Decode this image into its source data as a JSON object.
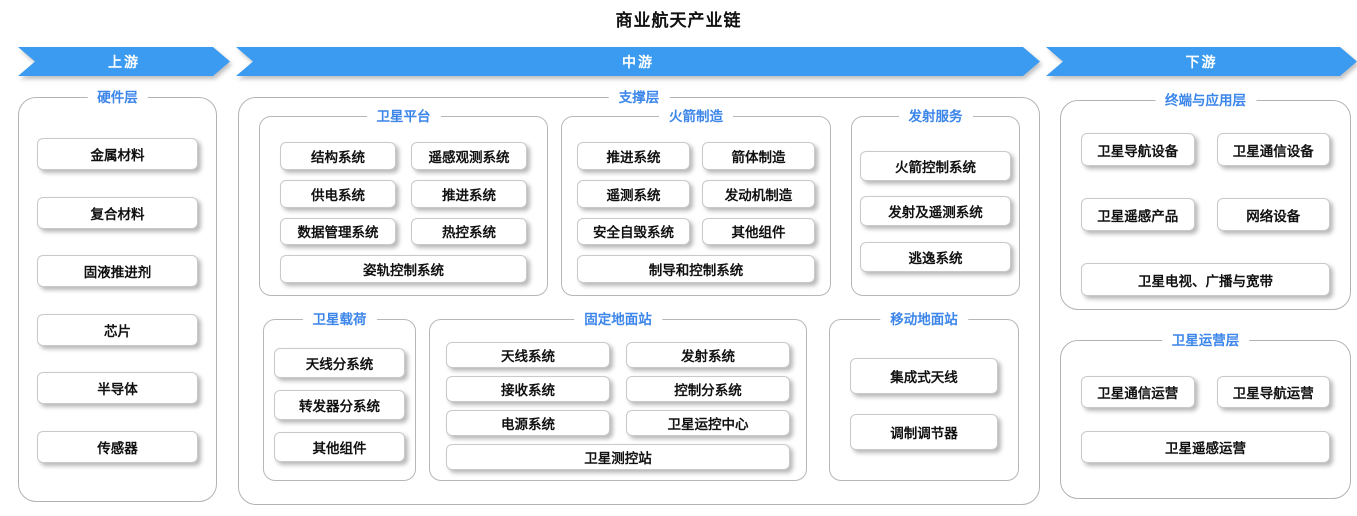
{
  "title": "商业航天产业链",
  "colors": {
    "banner_blue": "#3b9bf0",
    "label_blue": "#3c86ea"
  },
  "banners": {
    "upstream": "上游",
    "midstream": "中游",
    "downstream": "下游"
  },
  "hardware_layer": {
    "label": "硬件层",
    "items": [
      "金属材料",
      "复合材料",
      "固液推进剂",
      "芯片",
      "半导体",
      "传感器"
    ]
  },
  "support_layer": {
    "label": "支撑层",
    "satellite_platform": {
      "label": "卫星平台",
      "items": [
        "结构系统",
        "遥感观测系统",
        "供电系统",
        "推进系统",
        "数据管理系统",
        "热控系统"
      ],
      "full_item": "姿轨控制系统"
    },
    "rocket_manufacturing": {
      "label": "火箭制造",
      "items": [
        "推进系统",
        "箭体制造",
        "遥测系统",
        "发动机制造",
        "安全自毁系统",
        "其他组件"
      ],
      "full_item": "制导和控制系统"
    },
    "launch_services": {
      "label": "发射服务",
      "items": [
        "火箭控制系统",
        "发射及遥测系统",
        "逃逸系统"
      ]
    },
    "satellite_payload": {
      "label": "卫星载荷",
      "items": [
        "天线分系统",
        "转发器分系统",
        "其他组件"
      ]
    },
    "fixed_ground_station": {
      "label": "固定地面站",
      "items": [
        "天线系统",
        "发射系统",
        "接收系统",
        "控制分系统",
        "电源系统",
        "卫星运控中心"
      ],
      "full_item": "卫星测控站"
    },
    "mobile_ground_station": {
      "label": "移动地面站",
      "items": [
        "集成式天线",
        "调制调节器"
      ]
    }
  },
  "terminal_application_layer": {
    "label": "终端与应用层",
    "items": [
      "卫星导航设备",
      "卫星通信设备",
      "卫星遥感产品",
      "网络设备"
    ],
    "full_item": "卫星电视、广播与宽带"
  },
  "satellite_operation_layer": {
    "label": "卫星运营层",
    "items": [
      "卫星通信运营",
      "卫星导航运营"
    ],
    "full_item": "卫星遥感运营"
  }
}
